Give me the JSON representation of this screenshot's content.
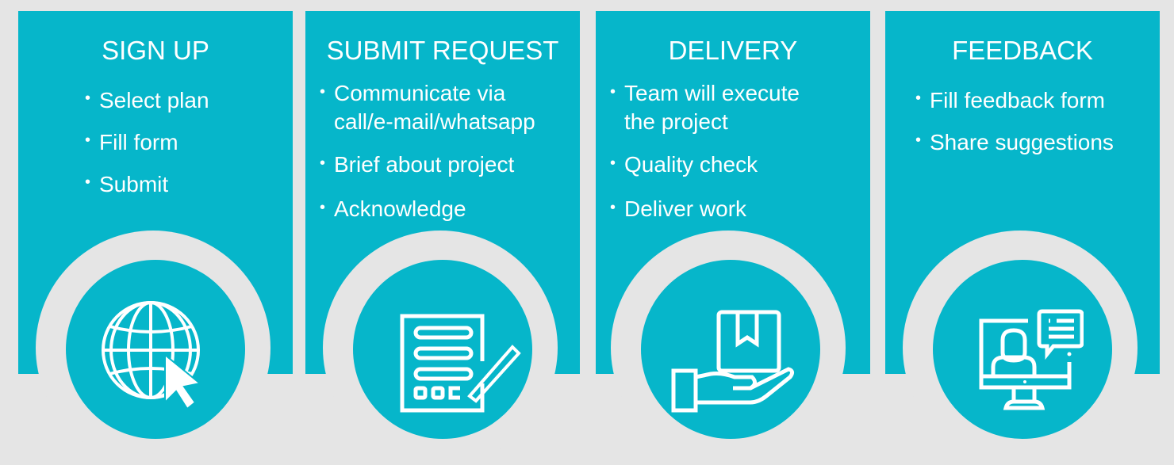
{
  "colors": {
    "background": "#e5e5e5",
    "accent": "#06b6ca",
    "text": "#ffffff"
  },
  "steps": [
    {
      "title": "SIGN UP",
      "icon": "globe-cursor-icon",
      "bullets": [
        "Select plan",
        "Fill form",
        "Submit"
      ]
    },
    {
      "title": "SUBMIT REQUEST",
      "icon": "form-pen-icon",
      "bullets": [
        "Communicate via\ncall/e-mail/whatsapp",
        "Brief about project",
        "Acknowledge"
      ]
    },
    {
      "title": "DELIVERY",
      "icon": "hand-package-icon",
      "bullets": [
        "Team will execute\nthe project",
        "Quality check",
        "Deliver work"
      ]
    },
    {
      "title": "FEEDBACK",
      "icon": "monitor-chat-icon",
      "bullets": [
        "Fill feedback form",
        "Share suggestions"
      ]
    }
  ]
}
